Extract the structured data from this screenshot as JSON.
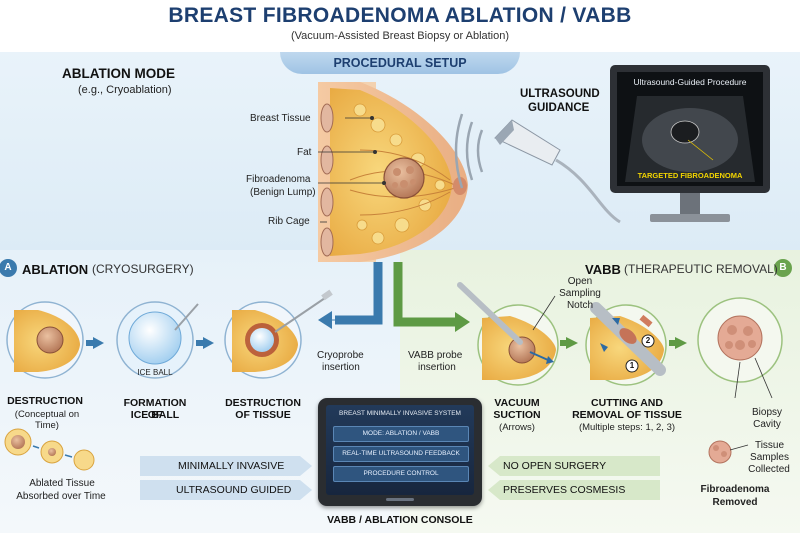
{
  "title": "BREAST FIBROADENOMA ABLATION / VABB",
  "subtitle": "(Vacuum-Assisted Breast Biopsy or Ablation)",
  "setup": {
    "tab": "PROCEDURAL SETUP",
    "mode_title": "ABLATION MODE",
    "mode_sub": "(e.g., Cryoablation)",
    "labels": {
      "breast_tissue": "Breast Tissue",
      "fat": "Fat",
      "fibroadenoma": "Fibroadenoma",
      "benign_lump": "(Benign Lump)",
      "rib_cage": "Rib Cage"
    },
    "guidance_1": "ULTRASOUND",
    "guidance_2": "GUIDANCE",
    "monitor_title": "Ultrasound-Guided Procedure",
    "monitor_target": "TARGETED FIBROADENOMA"
  },
  "ablation": {
    "badge": "A",
    "title": "ABLATION",
    "title_sub": "(CRYOSURGERY)",
    "ice_ball": "ICE BALL",
    "cryoprobe_1": "Cryoprobe",
    "cryoprobe_2": "insertion",
    "step1_title": "DESTRUCTION",
    "step1_sub": "(Conceptual on Time)",
    "step2_title_1": "FORMATION OF",
    "step2_title_2": "ICE BALL",
    "step3_title_1": "DESTRUCTION",
    "step3_title_2": "OF TISSUE",
    "absorbed_1": "Ablated Tissue",
    "absorbed_2": "Absorbed over Time"
  },
  "vabb": {
    "badge": "B",
    "title": "VABB",
    "title_sub": "(THERAPEUTIC REMOVAL)",
    "notch_1": "Open",
    "notch_2": "Sampling",
    "notch_3": "Notch",
    "probe_1": "VABB probe",
    "probe_2": "insertion",
    "step1_title_1": "VACUUM",
    "step1_title_2": "SUCTION",
    "step1_sub": "(Arrows)",
    "step2_title_1": "CUTTING AND",
    "step2_title_2": "REMOVAL OF TISSUE",
    "step2_sub": "(Multiple steps: 1, 2, 3)",
    "num_1": "1",
    "num_2": "2",
    "cavity_1": "Biopsy",
    "cavity_2": "Cavity",
    "samples_1": "Tissue",
    "samples_2": "Samples",
    "samples_3": "Collected",
    "removed_1": "Fibroadenoma",
    "removed_2": "Removed"
  },
  "console": {
    "header": "BREAST MINIMALLY INVASIVE SYSTEM",
    "btn_mode": "MODE: ABLATION / VABB",
    "btn_feedback": "REAL-TIME ULTRASOUND FEEDBACK",
    "btn_control": "PROCEDURE CONTROL",
    "caption": "VABB / ABLATION CONSOLE"
  },
  "benefits": {
    "left_1": "MINIMALLY INVASIVE",
    "left_2": "ULTRASOUND GUIDED",
    "right_1": "NO OPEN SURGERY",
    "right_2": "PRESERVES COSMESIS"
  },
  "colors": {
    "title": "#1d3f70",
    "ablation_arrow": "#3a7aad",
    "vabb_arrow": "#5e9a44",
    "tissue": "#f3c05a",
    "fibroadenoma": "#d9a27c",
    "ice": "#cfe9fb"
  }
}
